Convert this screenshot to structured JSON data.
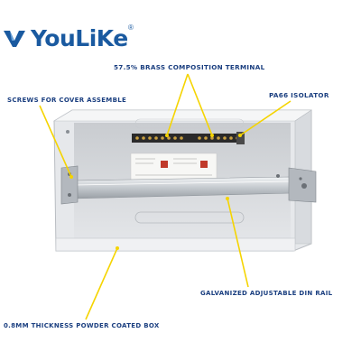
{
  "brand": {
    "name": "YouLiKe",
    "reg_mark": "®"
  },
  "labels": {
    "brass_terminal": "57.5% BRASS COMPOSITION TERMINAL",
    "screws": "SCREWS FOR COVER ASSEMBLE",
    "isolator": "PA66 ISOLATOR",
    "din_rail": "GALVANIZED ADJUSTABLE DIN RAIL",
    "box": "0.8MM THICKNESS POWDER COATED BOX"
  },
  "colors": {
    "brand_blue": "#1a5aa0",
    "label_blue": "#1b3f80",
    "leader_yellow": "#f5d400",
    "box_gray": "#dcdfe2"
  },
  "icons": [
    "youlike-logo-icon",
    "distribution-box-image"
  ]
}
